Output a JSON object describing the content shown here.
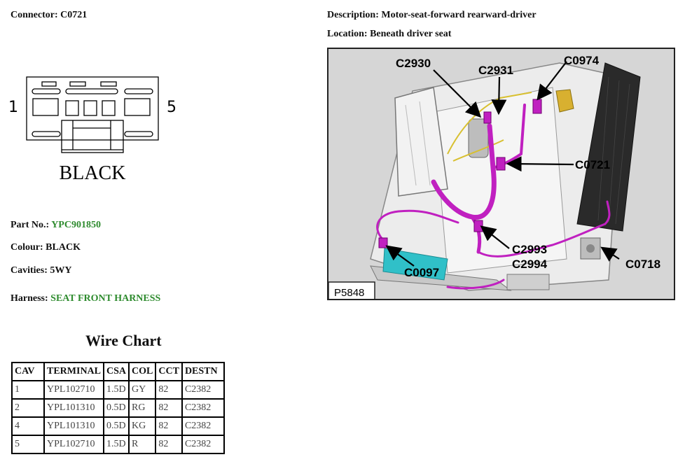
{
  "connector": {
    "label": "Connector:",
    "value": "C0721",
    "colour_caption": "BLACK",
    "pin_left": "1",
    "pin_right": "5"
  },
  "description": {
    "label": "Description:",
    "value": "Motor-seat-forward rearward-driver"
  },
  "location": {
    "label": "Location:",
    "value": "Beneath driver seat"
  },
  "details": {
    "part_no_label": "Part No.:",
    "part_no_value": "YPC901850",
    "colour_label": "Colour:",
    "colour_value": "BLACK",
    "cavities_label": "Cavities:",
    "cavities_value": "5WY",
    "harness_label": "Harness:",
    "harness_value": "SEAT FRONT HARNESS"
  },
  "wire_chart": {
    "title": "Wire Chart",
    "headers": [
      "CAV",
      "TERMINAL",
      "CSA",
      "COL",
      "CCT",
      "DESTN"
    ],
    "rows": [
      [
        "1",
        "YPL102710",
        "1.5D",
        "GY",
        "82",
        "C2382"
      ],
      [
        "2",
        "YPL101310",
        "0.5D",
        "RG",
        "82",
        "C2382"
      ],
      [
        "4",
        "YPL101310",
        "0.5D",
        "KG",
        "82",
        "C2382"
      ],
      [
        "5",
        "YPL102710",
        "1.5D",
        "R",
        "82",
        "C2382"
      ]
    ]
  },
  "photo": {
    "callouts": {
      "c2930": "C2930",
      "c2931": "C2931",
      "c0974": "C0974",
      "c0721": "C0721",
      "c2993": "C2993",
      "c2994": "C2994",
      "c0097": "C0097",
      "c0718": "C0718"
    },
    "picture_number": "P5848"
  },
  "colors": {
    "accent_green": "#2e8b2e",
    "harness_magenta": "#c020c0",
    "harness_cyan": "#30c0c8",
    "harness_yellow": "#d8c030"
  }
}
